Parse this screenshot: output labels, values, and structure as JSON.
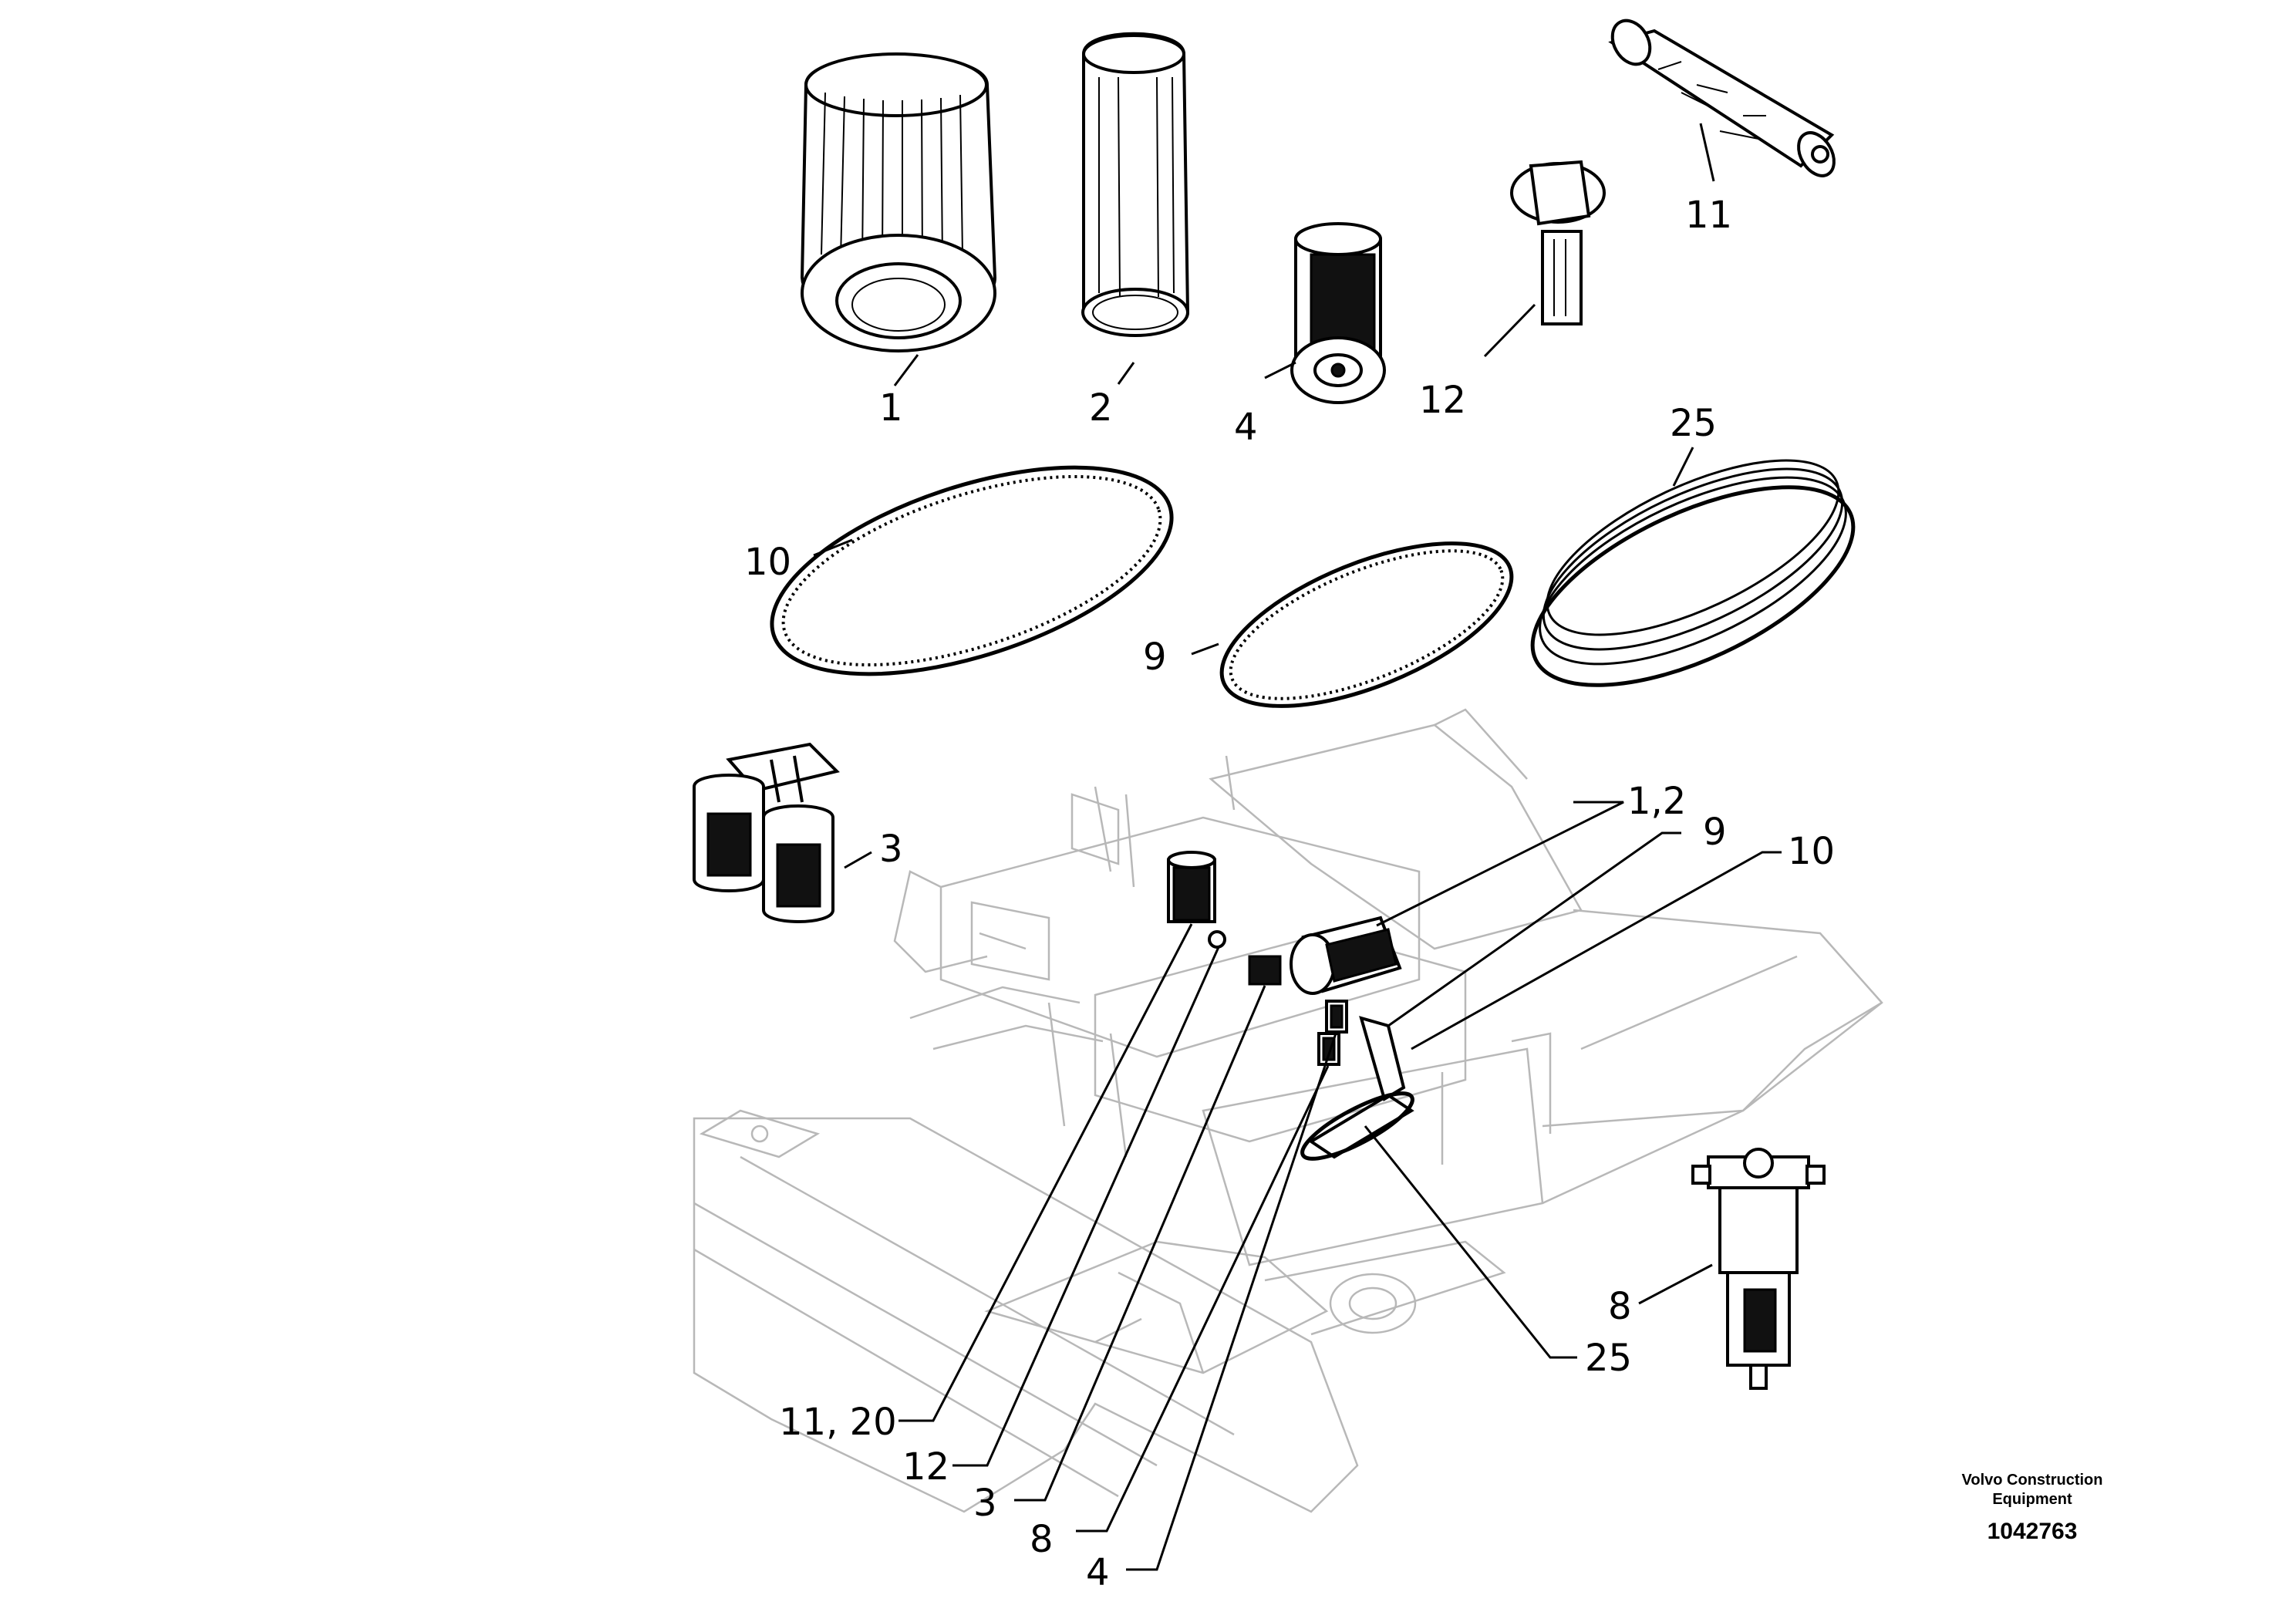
{
  "parts_labels": {
    "p1": "1",
    "p2": "2",
    "p4": "4",
    "p12": "12",
    "p11": "11",
    "p25": "25",
    "p10": "10",
    "p9": "9",
    "p3": "3",
    "p8": "8"
  },
  "assembly_labels": {
    "a12_combined": "1,2",
    "a9": "9",
    "a10": "10",
    "a25": "25",
    "a11_20": "11, 20",
    "a12": "12",
    "a3": "3",
    "a8": "8",
    "a4": "4"
  },
  "caption": {
    "company_line1": "Volvo Construction",
    "company_line2": "Equipment",
    "document_number": "1042763"
  }
}
